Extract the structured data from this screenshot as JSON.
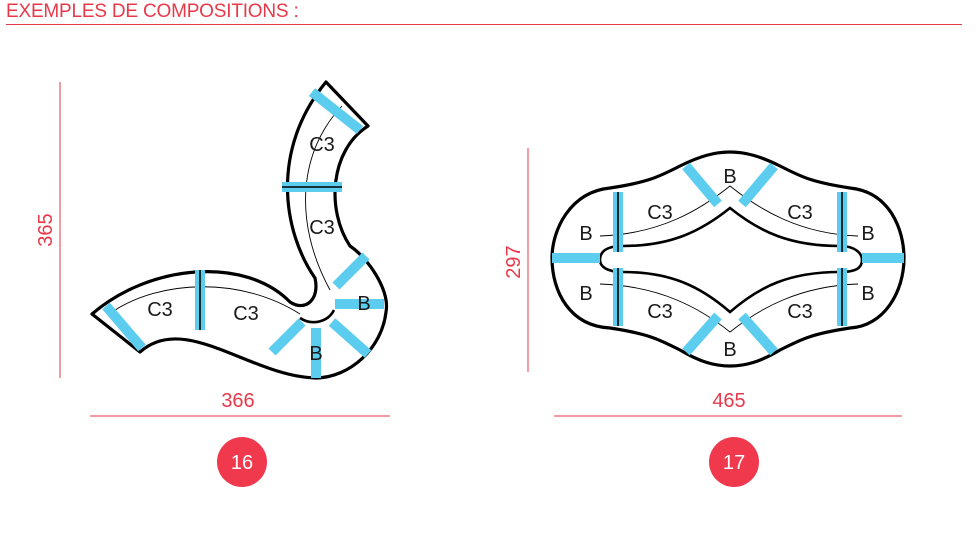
{
  "header": {
    "title": "EXEMPLES DE COMPOSITIONS :"
  },
  "compositions": [
    {
      "number": "16",
      "height": "365",
      "width": "366",
      "modules": [
        "C3",
        "C3",
        "C3",
        "C3",
        "B",
        "B"
      ]
    },
    {
      "number": "17",
      "height": "297",
      "width": "465",
      "modules": [
        "B",
        "C3",
        "C3",
        "B",
        "B",
        "B",
        "C3",
        "C3",
        "B",
        "B"
      ]
    }
  ],
  "colors": {
    "accent": "#e8394a",
    "seam": "#5ccdee",
    "outline": "#000000"
  }
}
